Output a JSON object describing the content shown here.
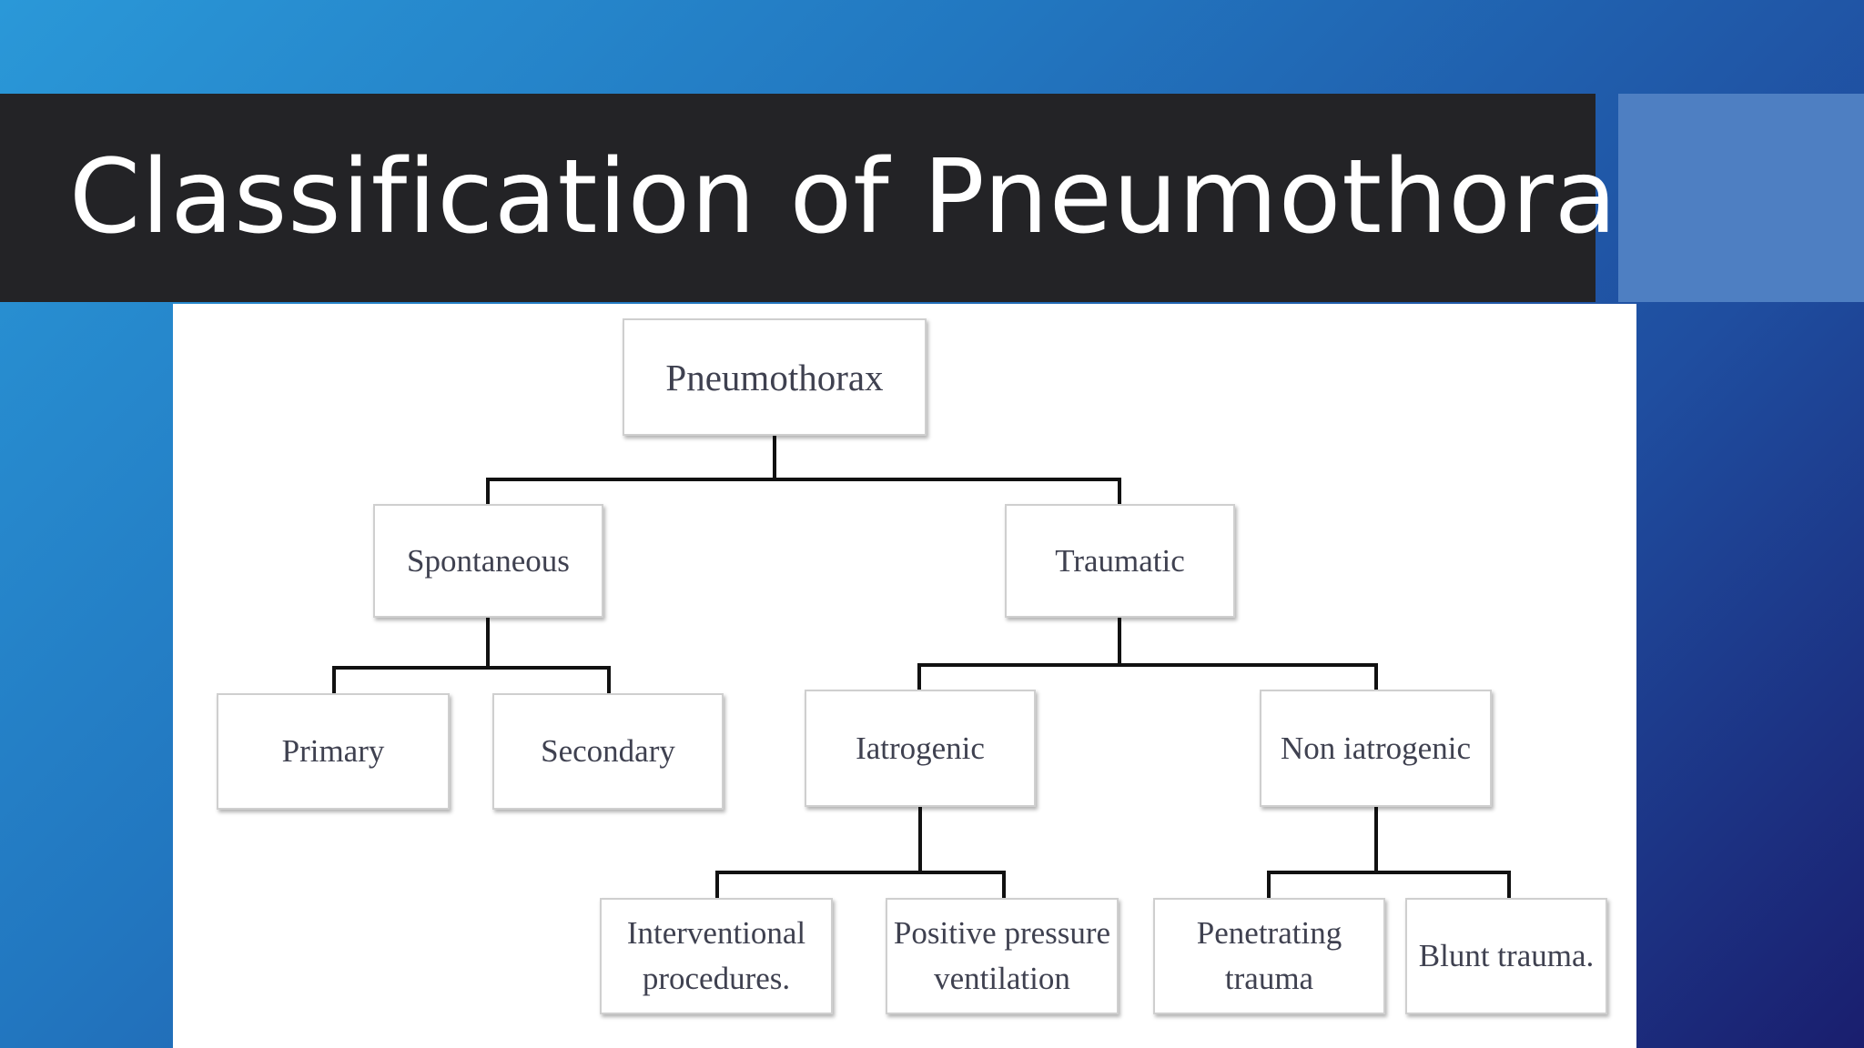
{
  "slide": {
    "title": "Classification of Pneumothorax"
  },
  "colors": {
    "title_bar": "#232326",
    "accent_block": "#4e7fc2",
    "connector": "#111111",
    "node_text": "#3f4150"
  },
  "diagram": {
    "root": "Pneumothorax",
    "spontaneous": "Spontaneous",
    "traumatic": "Traumatic",
    "primary": "Primary",
    "secondary": "Secondary",
    "iatrogenic": "Iatrogenic",
    "non_iatrogenic": "Non iatrogenic",
    "interventional": "Interventional procedures.",
    "positive_pressure": "Positive pressure ventilation",
    "penetrating": "Penetrating trauma",
    "blunt": "Blunt trauma."
  }
}
